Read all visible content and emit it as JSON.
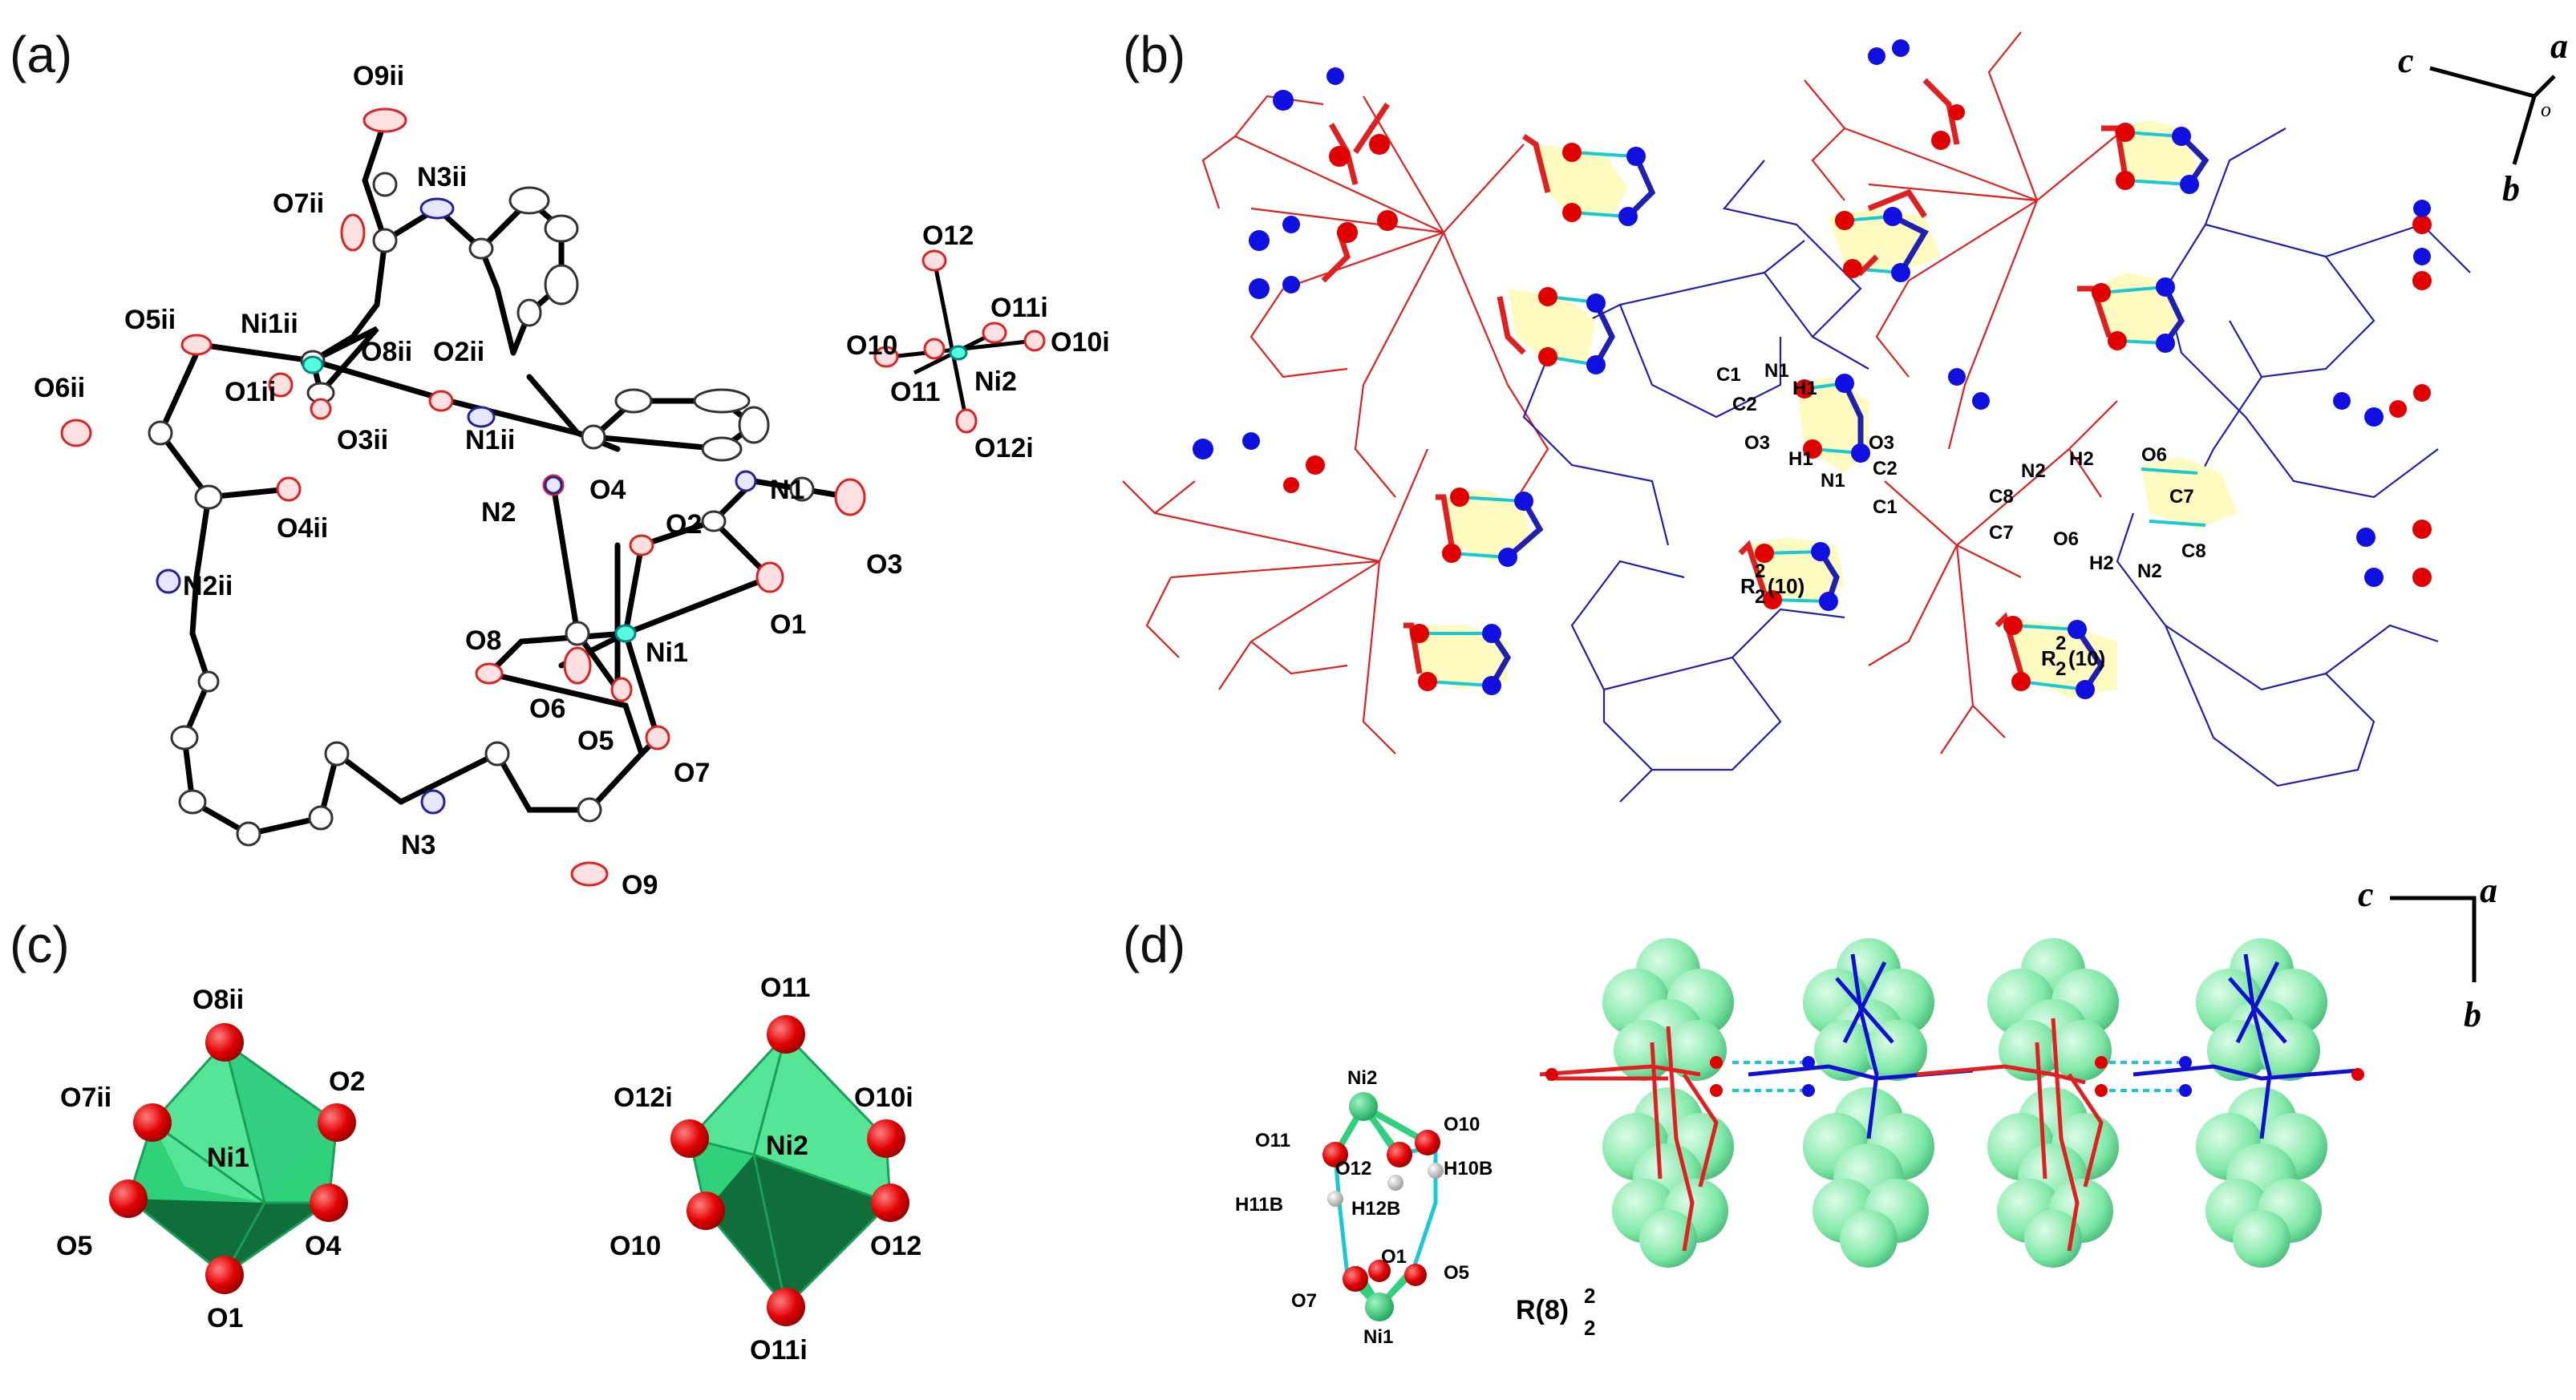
{
  "panels": {
    "a": {
      "label": "(a)"
    },
    "b": {
      "label": "(b)"
    },
    "c": {
      "label": "(c)"
    },
    "d": {
      "label": "(d)"
    }
  },
  "panel_a": {
    "labels": {
      "O9ii": "O9ii",
      "O7ii": "O7ii",
      "N3ii": "N3ii",
      "O5ii": "O5ii",
      "Ni1ii": "Ni1ii",
      "O8ii": "O8ii",
      "O2ii": "O2ii",
      "O6ii": "O6ii",
      "O1ii": "O1ii",
      "O3ii": "O3ii",
      "N1ii": "N1ii",
      "O4ii": "O4ii",
      "N2": "N2",
      "O4": "O4",
      "O2": "O2",
      "N1": "N1",
      "O3": "O3",
      "N2ii": "N2ii",
      "O1": "O1",
      "O8": "O8",
      "Ni1": "Ni1",
      "O6": "O6",
      "O5": "O5",
      "O7": "O7",
      "N3": "N3",
      "O9": "O9",
      "O12": "O12",
      "O10": "O10",
      "O11i": "O11i",
      "O10i": "O10i",
      "O11": "O11",
      "Ni2": "Ni2",
      "O12i": "O12i"
    }
  },
  "panel_b": {
    "axes": {
      "a": "a",
      "b": "b",
      "c": "c",
      "o": "o"
    },
    "labels": {
      "C1a": "C1",
      "N1a": "N1",
      "H1a": "H1",
      "C2a": "C2",
      "O3a": "O3",
      "O3b": "O3",
      "H1b": "H1",
      "C2b": "C2",
      "N1b": "N1",
      "C1b": "C1",
      "N2a": "N2",
      "H2a": "H2",
      "O6a": "O6",
      "C8a": "C8",
      "C7a": "C7",
      "C7b": "C7",
      "O6b": "O6",
      "H2b": "H2",
      "N2b": "N2",
      "C8b": "C8",
      "ring1": "R",
      "ring2": "R"
    },
    "ring_sub": "2",
    "ring_sup": "2",
    "ring_size": "(10)"
  },
  "panel_c": {
    "ni1": {
      "center": "Ni1",
      "top": "O8ii",
      "ul": "O7ii",
      "ur": "O2",
      "ll": "O5",
      "lr": "O4",
      "bottom": "O1"
    },
    "ni2": {
      "center": "Ni2",
      "top": "O11",
      "ul": "O12i",
      "ur": "O10i",
      "ll": "O10",
      "lr": "O12",
      "bottom": "O11i"
    }
  },
  "panel_d": {
    "axes": {
      "a": "a",
      "b": "b",
      "c": "c"
    },
    "labels": {
      "Ni2": "Ni2",
      "O11": "O11",
      "O12": "O12",
      "O10": "O10",
      "H11B": "H11B",
      "H12B": "H12B",
      "H10B": "H10B",
      "O7": "O7",
      "O1": "O1",
      "O5": "O5",
      "Ni1": "Ni1"
    },
    "motif": "R(8)",
    "motif_sub": "2",
    "motif_sup": "2"
  },
  "colors": {
    "red_molecule": "#e02020",
    "blue_molecule": "#2020b0",
    "hbond": "#17c9d4",
    "ring_fill": "#fffbc0",
    "octahedron": "#2fd27a",
    "oxygen": "#e00000",
    "water_spheres": "#7fe8a6"
  }
}
